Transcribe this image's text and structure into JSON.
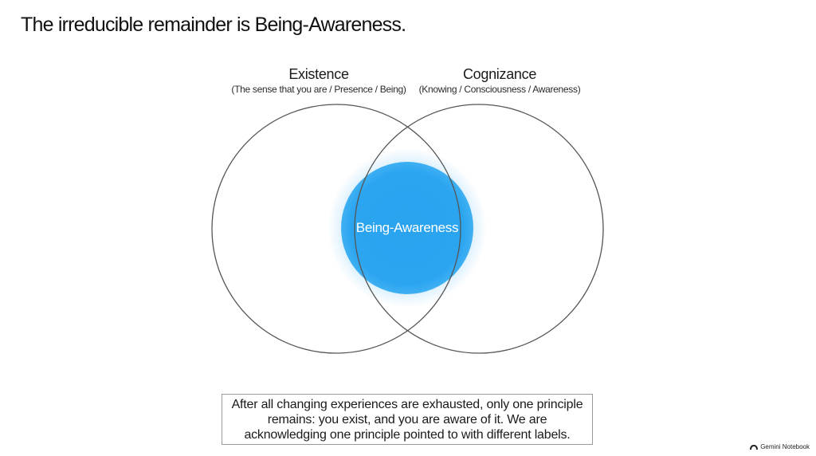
{
  "title": "The irreducible remainder is Being-Awareness.",
  "diagram": {
    "left_circle": {
      "name": "Existence",
      "subtitle": "(The sense that you are / Presence / Being)"
    },
    "right_circle": {
      "name": "Cognizance",
      "subtitle": "(Knowing / Consciousness / Awareness)"
    },
    "intersection": {
      "label": "Being-Awareness",
      "color": "#2aa3ef"
    },
    "outline_color": "#555555"
  },
  "caption": "After all changing experiences are exhausted, only one principle remains: you exist, and you are aware of it. We are acknowledging one principle pointed to with different labels.",
  "watermark": {
    "text": "Gemini Notebook",
    "icon": "notebook-logo-icon"
  }
}
